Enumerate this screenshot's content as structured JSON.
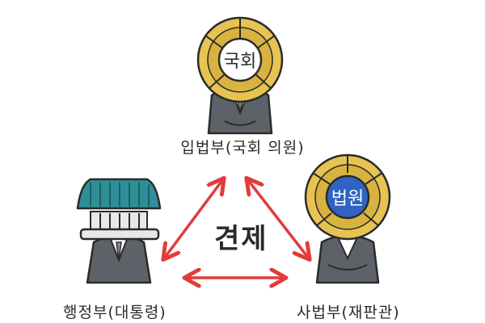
{
  "legislative": {
    "caption": "입법부(국회 의원)",
    "badge_text": "국회",
    "badge_color": "#ffffff"
  },
  "executive": {
    "caption": "행정부(대통령)",
    "roof_color": "#2f8f98"
  },
  "judicial": {
    "caption": "사법부(재판관)",
    "badge_text": "법원",
    "badge_color": "#2f64c2"
  },
  "center": {
    "label": "견제"
  },
  "colors": {
    "petal": "#e7c352",
    "outline": "#2b2b2b",
    "arrow": "#e23b3b",
    "suit": "#5d6168",
    "shirt": "#ffffff"
  }
}
